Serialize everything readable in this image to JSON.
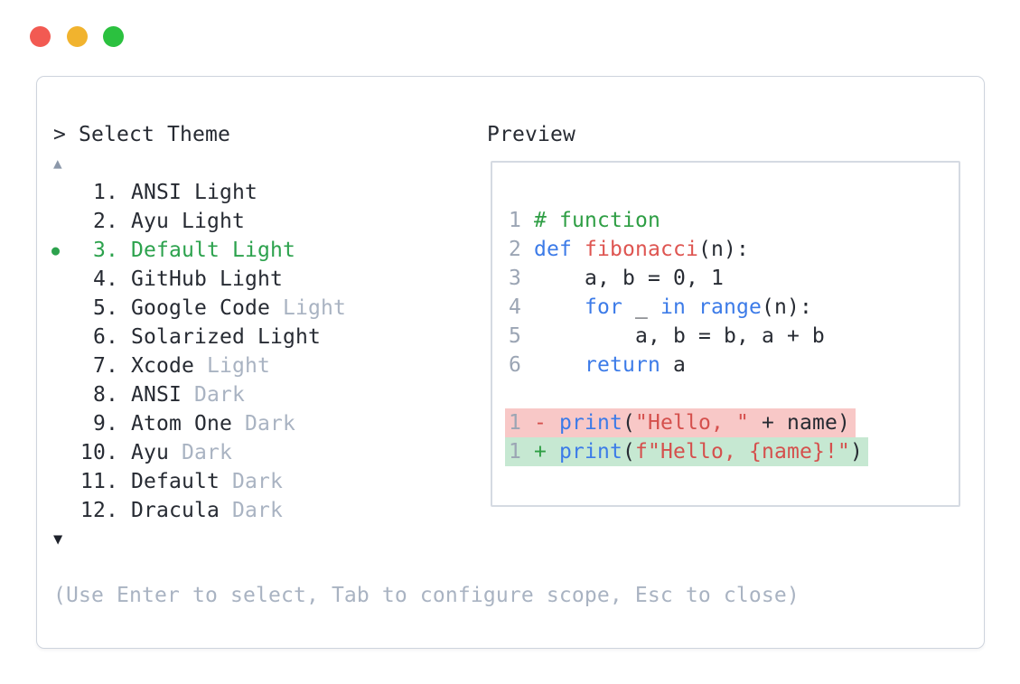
{
  "window": {
    "traffic_lights": [
      {
        "name": "close",
        "color": "#f25a52"
      },
      {
        "name": "minimize",
        "color": "#f1b32e"
      },
      {
        "name": "zoom",
        "color": "#2bc13f"
      }
    ]
  },
  "prompt": {
    "text": "> Select Theme"
  },
  "scroll": {
    "up_arrow": "▲",
    "down_arrow": "▼"
  },
  "themes": {
    "selected_number": "3",
    "selected_marker": "●",
    "items": [
      {
        "number": "1",
        "name": "ANSI Light",
        "variant": "",
        "selected": false
      },
      {
        "number": "2",
        "name": "Ayu Light",
        "variant": "",
        "selected": false
      },
      {
        "number": "3",
        "name": "Default Light",
        "variant": "",
        "selected": true
      },
      {
        "number": "4",
        "name": "GitHub Light",
        "variant": "",
        "selected": false
      },
      {
        "number": "5",
        "name": "Google Code",
        "variant": "Light",
        "selected": false
      },
      {
        "number": "6",
        "name": "Solarized Light",
        "variant": "",
        "selected": false
      },
      {
        "number": "7",
        "name": "Xcode",
        "variant": "Light",
        "selected": false
      },
      {
        "number": "8",
        "name": "ANSI",
        "variant": "Dark",
        "selected": false
      },
      {
        "number": "9",
        "name": "Atom One",
        "variant": "Dark",
        "selected": false
      },
      {
        "number": "10",
        "name": "Ayu",
        "variant": "Dark",
        "selected": false
      },
      {
        "number": "11",
        "name": "Default",
        "variant": "Dark",
        "selected": false
      },
      {
        "number": "12",
        "name": "Dracula",
        "variant": "Dark",
        "selected": false
      }
    ]
  },
  "preview": {
    "label": "Preview",
    "code_lines": [
      {
        "bg": "",
        "tokens": [
          {
            "t": "1",
            "c": "num"
          },
          {
            "t": " "
          },
          {
            "t": "# function",
            "c": "com"
          }
        ]
      },
      {
        "bg": "",
        "tokens": [
          {
            "t": "2",
            "c": "num"
          },
          {
            "t": " "
          },
          {
            "t": "def",
            "c": "kw"
          },
          {
            "t": " "
          },
          {
            "t": "fibonacci",
            "c": "fn"
          },
          {
            "t": "(n):"
          }
        ]
      },
      {
        "bg": "",
        "tokens": [
          {
            "t": "3",
            "c": "num"
          },
          {
            "t": "     a, b = 0, 1"
          }
        ]
      },
      {
        "bg": "",
        "tokens": [
          {
            "t": "4",
            "c": "num"
          },
          {
            "t": "     "
          },
          {
            "t": "for",
            "c": "kw"
          },
          {
            "t": " _ "
          },
          {
            "t": "in",
            "c": "kw"
          },
          {
            "t": " "
          },
          {
            "t": "range",
            "c": "kw"
          },
          {
            "t": "(n):"
          }
        ]
      },
      {
        "bg": "",
        "tokens": [
          {
            "t": "5",
            "c": "num"
          },
          {
            "t": "         a, b = b, a + b"
          }
        ]
      },
      {
        "bg": "",
        "tokens": [
          {
            "t": "6",
            "c": "num"
          },
          {
            "t": "     "
          },
          {
            "t": "return",
            "c": "kw"
          },
          {
            "t": " a"
          }
        ]
      },
      {
        "bg": "",
        "tokens": []
      },
      {
        "bg": "removed",
        "tokens": [
          {
            "t": "1",
            "c": "num"
          },
          {
            "t": " "
          },
          {
            "t": "-",
            "c": "minus"
          },
          {
            "t": " "
          },
          {
            "t": "print",
            "c": "kw"
          },
          {
            "t": "("
          },
          {
            "t": "\"Hello, \"",
            "c": "str"
          },
          {
            "t": " + name)"
          }
        ]
      },
      {
        "bg": "added",
        "tokens": [
          {
            "t": "1",
            "c": "num"
          },
          {
            "t": " "
          },
          {
            "t": "+",
            "c": "plus"
          },
          {
            "t": " "
          },
          {
            "t": "print",
            "c": "kw"
          },
          {
            "t": "("
          },
          {
            "t": "f\"Hello, {name}!\"",
            "c": "str"
          },
          {
            "t": ")"
          }
        ]
      }
    ]
  },
  "footer": {
    "hint": "(Use Enter to select, Tab to configure scope, Esc to close)"
  },
  "colors": {
    "foreground": "#272b33",
    "muted": "#a9b3c2",
    "selected_green": "#2ca24d",
    "keyword_blue": "#3c7be8",
    "function_red": "#de5551",
    "string_red": "#d5504d",
    "comment_green": "#2e9e44",
    "line_number": "#9ba5b4",
    "diff_removed_bg": "#f8c8c7",
    "diff_added_bg": "#c6e8d2",
    "diff_minus": "#d5504d",
    "diff_plus": "#2e9e44",
    "panel_border": "#ced4dd",
    "up_arrow": "#8c98aa",
    "down_arrow": "#1e222b"
  }
}
